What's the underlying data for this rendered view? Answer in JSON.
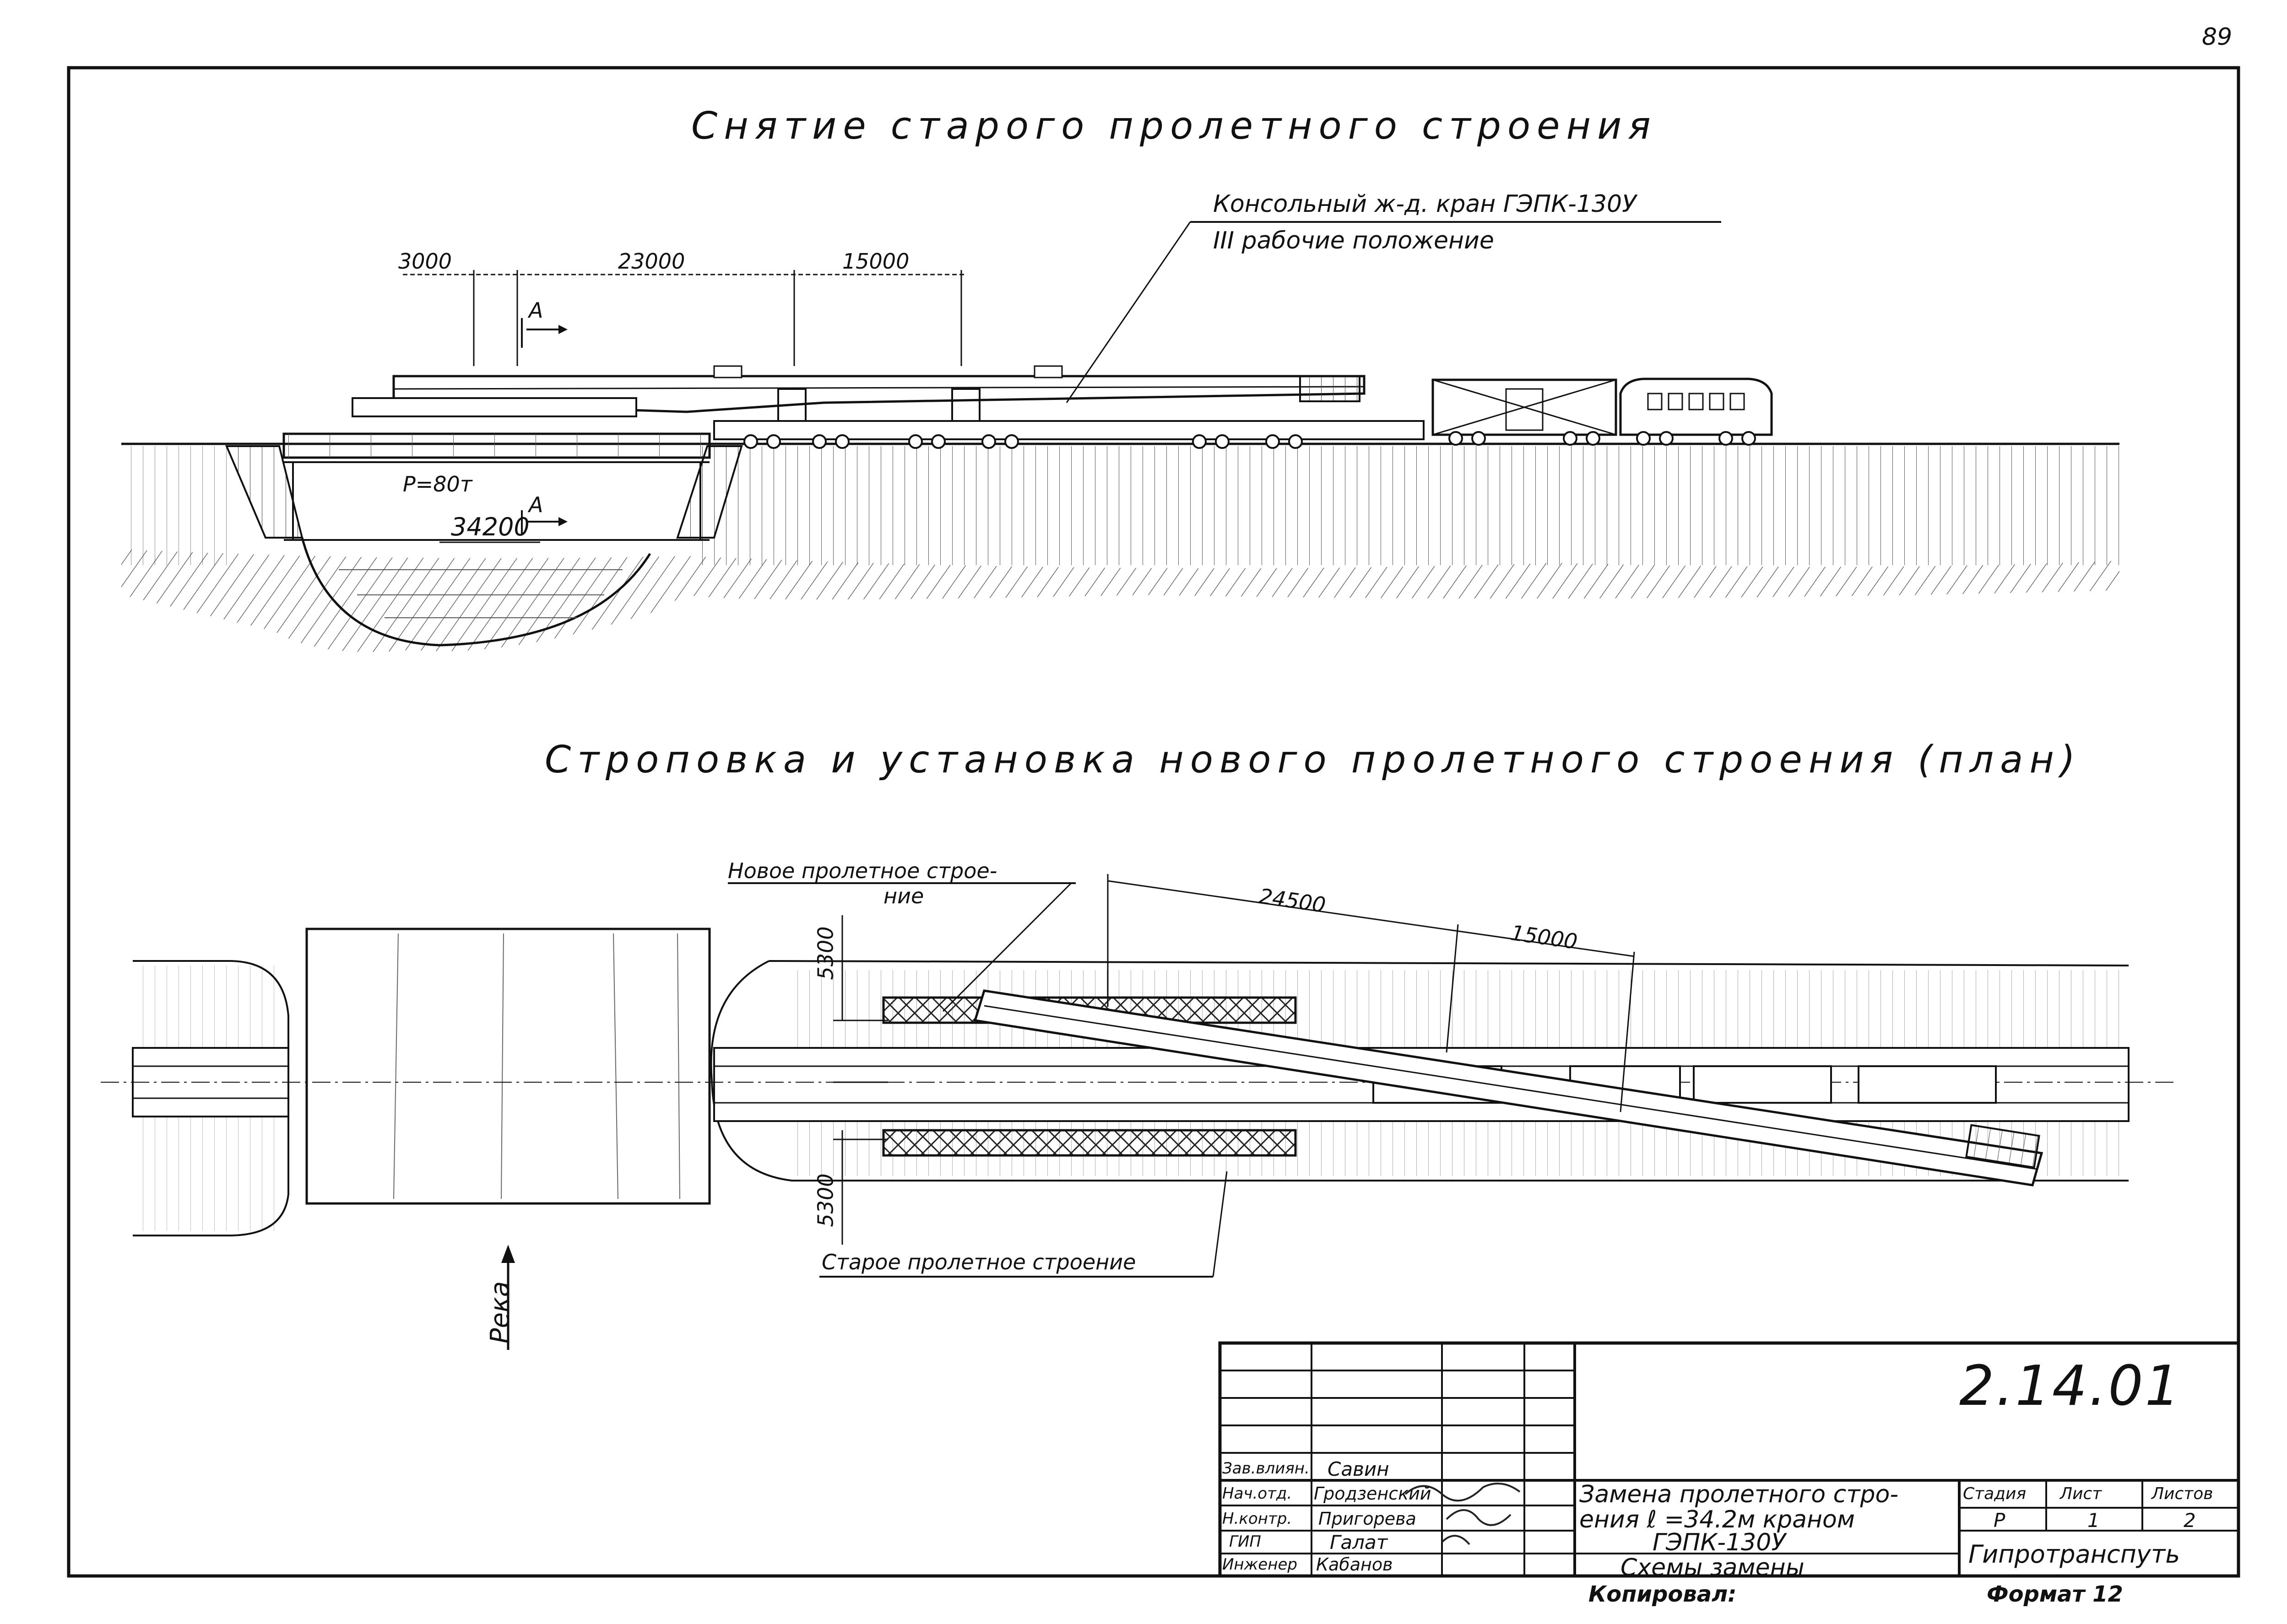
{
  "sheet": {
    "page_number": "89",
    "format_label": "Формат 12",
    "copied_label": "Копировал:"
  },
  "elevation": {
    "title": "Снятие старого пролетного строения",
    "crane_label": "Консольный ж-д. кран ГЭПК-130У",
    "crane_position": "III рабочие положение",
    "dim_1": "3000",
    "dim_2": "23000",
    "dim_3": "15000",
    "section_a_top": "А",
    "section_a_bottom": "А",
    "load_label": "P=80т",
    "span_length": "34200"
  },
  "plan": {
    "title": "Строповка и установка нового пролетного строения (план)",
    "new_span_label_1": "Новое пролетное строе-",
    "new_span_label_2": "ние",
    "old_span_label": "Старое пролетное строение",
    "dim_24500": "24500",
    "dim_15000": "15000",
    "dim_5300_top": "5300",
    "dim_5300_bottom": "5300",
    "river_label": "Река"
  },
  "title_block": {
    "code": "2.14.01",
    "roles": [
      "Зав.влиян.",
      "Нач.отд.",
      "Н.контр.",
      "ГИП",
      "Инженер"
    ],
    "names": [
      "Савин",
      "Гродзенский",
      "Пригорева",
      "Галат",
      "Кабанов"
    ],
    "description_1": "Замена пролетного стро-",
    "description_2": "ения  ℓ =34.2м краном",
    "description_3": "ГЭПК-130У",
    "subtitle": "Схемы замены",
    "stage_header": "Стадия",
    "sheet_header": "Лист",
    "sheets_header": "Листов",
    "stage_value": "Р",
    "sheet_value": "1",
    "sheets_value": "2",
    "organization": "Гипротранспуть"
  }
}
